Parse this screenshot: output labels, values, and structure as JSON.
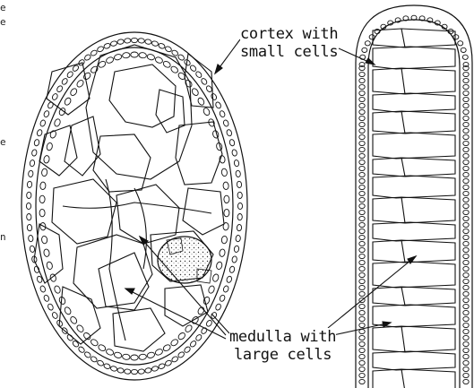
{
  "labels": {
    "cortex_line1": "cortex with",
    "cortex_line2": "small cells",
    "medulla_line1": "medulla with",
    "medulla_line2": "large cells"
  },
  "edge_text": {
    "t1": "e",
    "t2": "e",
    "t3": "e",
    "t4": "n"
  },
  "colors": {
    "ink": "#111111",
    "background": "#ffffff"
  }
}
